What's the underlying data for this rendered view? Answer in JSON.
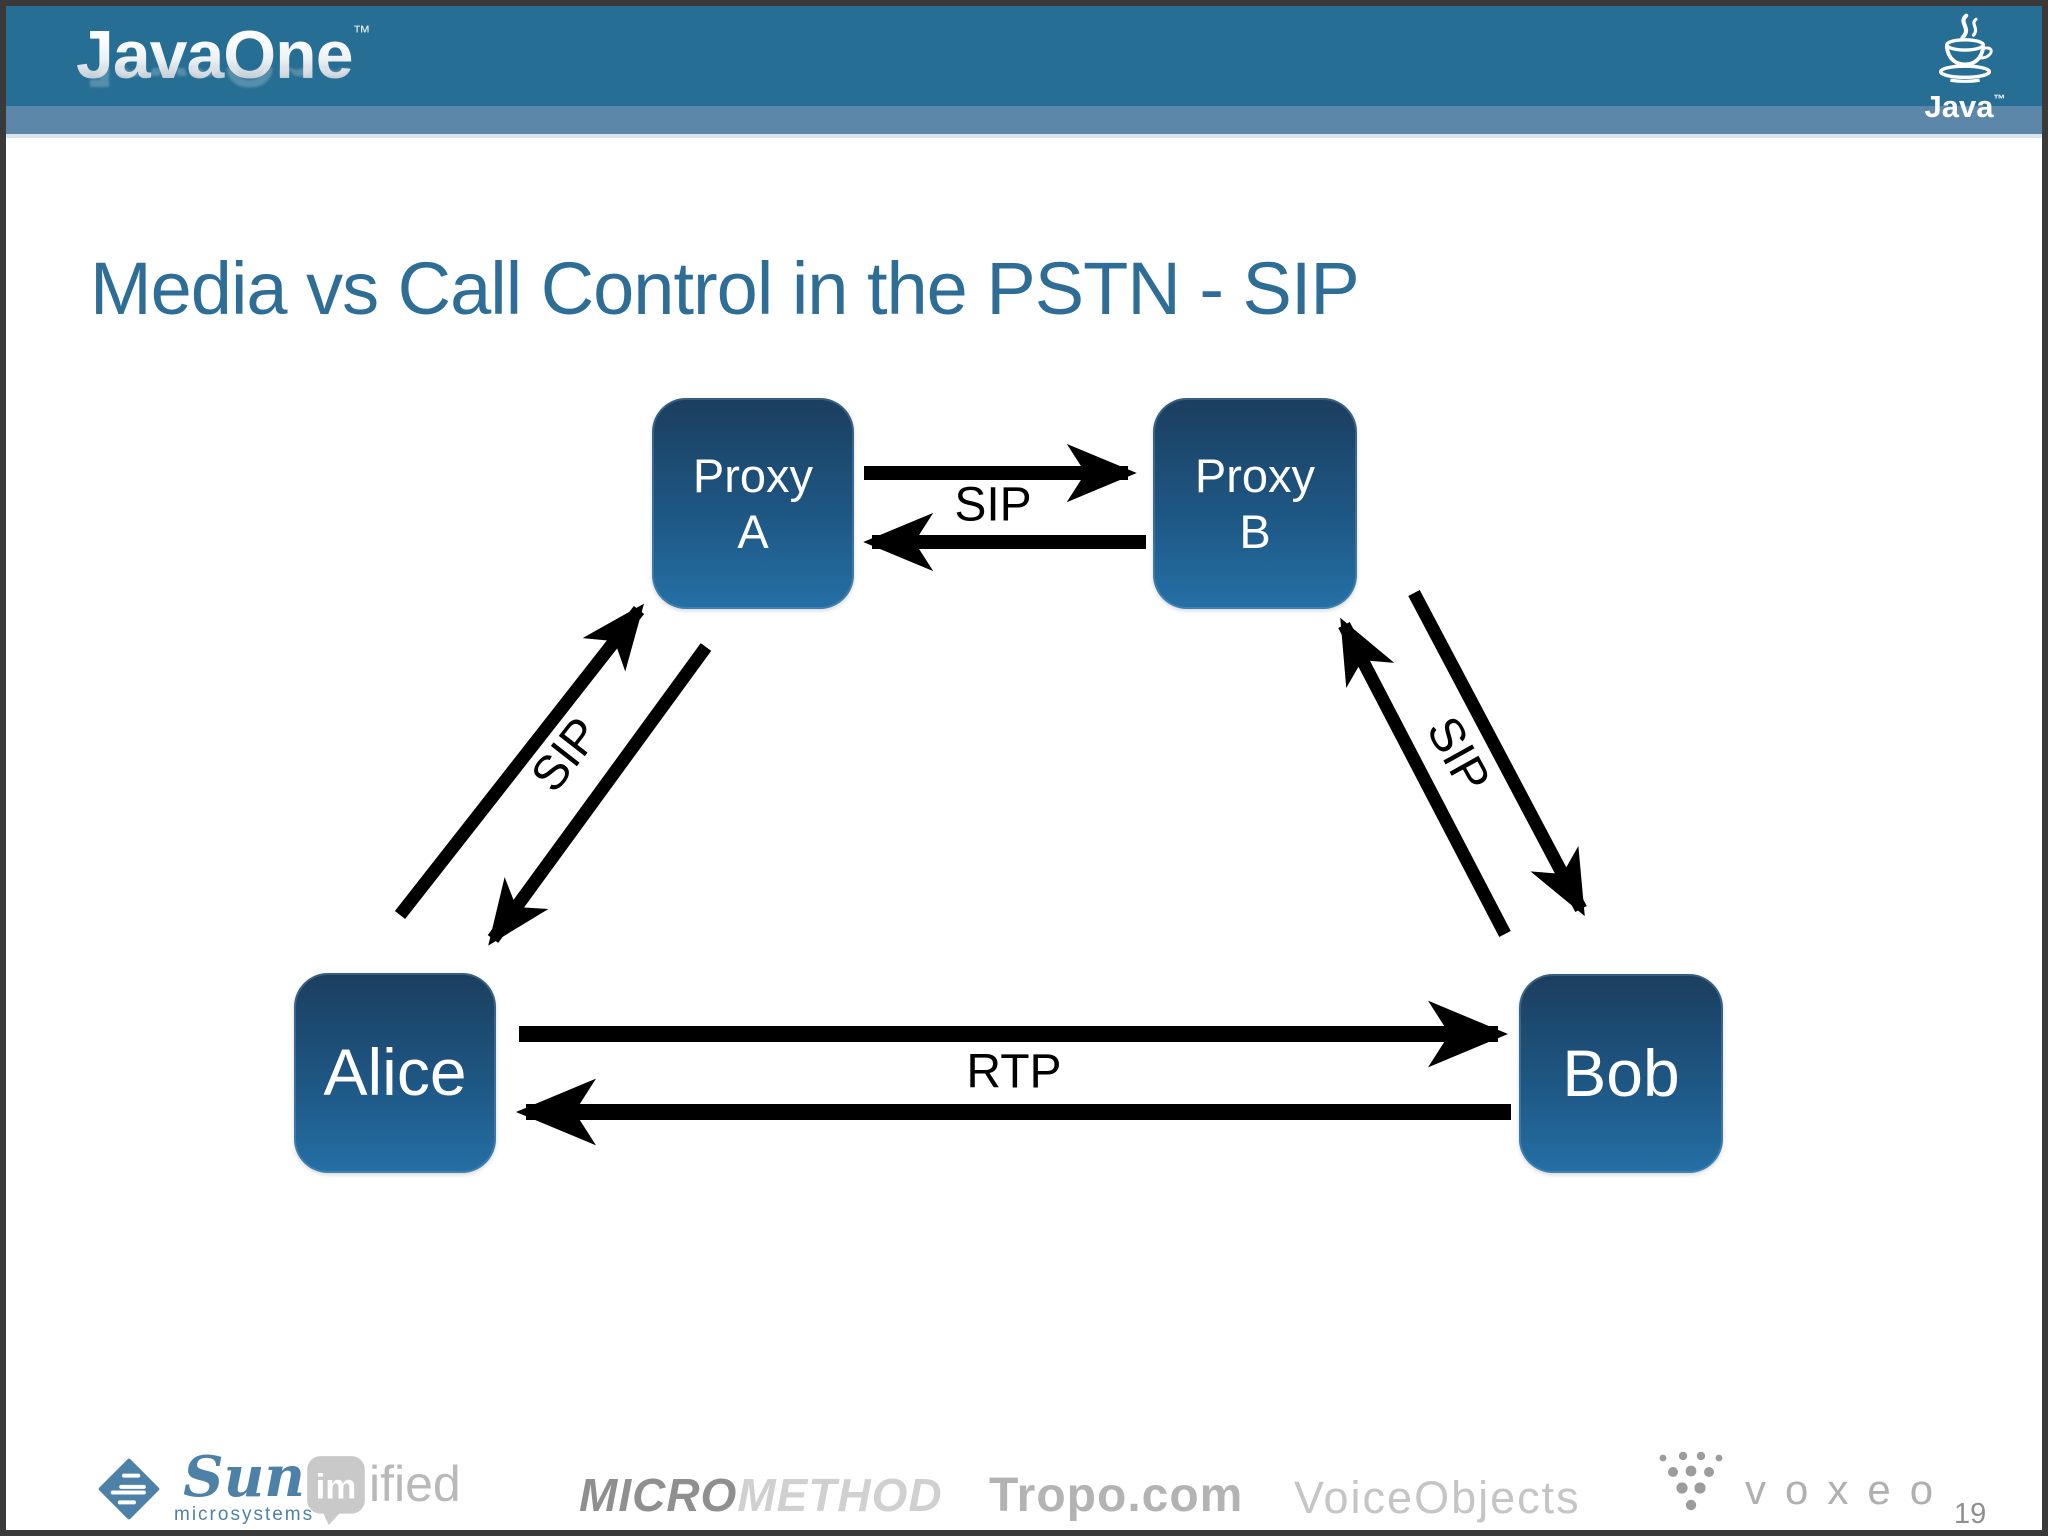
{
  "header": {
    "brand": "JavaOne",
    "brand_tm": "™",
    "java_logo_label": "Java",
    "java_logo_tm": "™"
  },
  "slide": {
    "title": "Media vs Call Control in the PSTN - SIP"
  },
  "diagram": {
    "nodes": {
      "proxy_a": {
        "line1": "Proxy",
        "line2": "A"
      },
      "proxy_b": {
        "line1": "Proxy",
        "line2": "B"
      },
      "alice": {
        "label": "Alice"
      },
      "bob": {
        "label": "Bob"
      }
    },
    "labels": {
      "sip_left": "SIP",
      "sip_top": "SIP",
      "sip_right": "SIP",
      "rtp": "RTP"
    },
    "edges": [
      {
        "from": "Alice",
        "to": "Proxy A",
        "label": "SIP",
        "bidirectional": true
      },
      {
        "from": "Proxy A",
        "to": "Proxy B",
        "label": "SIP",
        "bidirectional": true
      },
      {
        "from": "Proxy B",
        "to": "Bob",
        "label": "SIP",
        "bidirectional": true
      },
      {
        "from": "Alice",
        "to": "Bob",
        "label": "RTP",
        "bidirectional": true
      }
    ],
    "colors": {
      "node_gradient_top": "#1B3E5E",
      "node_gradient_bottom": "#2470A6",
      "arrow": "#000000"
    }
  },
  "footer": {
    "sponsors": {
      "sun": {
        "name": "Sun",
        "subtitle": "microsystems"
      },
      "imified": {
        "bubble": "im",
        "suffix": "ified"
      },
      "micromethod": {
        "part1": "MICRO",
        "part2": "METHOD"
      },
      "tropo": {
        "name": "Tropo.com"
      },
      "voiceobjects": {
        "name": "VoiceObjects"
      },
      "voxeo": {
        "name": "voxeo"
      }
    },
    "page_number": "19"
  },
  "colors": {
    "header_bar": "#266E93",
    "header_band": "#5C87A8",
    "title": "#2E6E96"
  }
}
